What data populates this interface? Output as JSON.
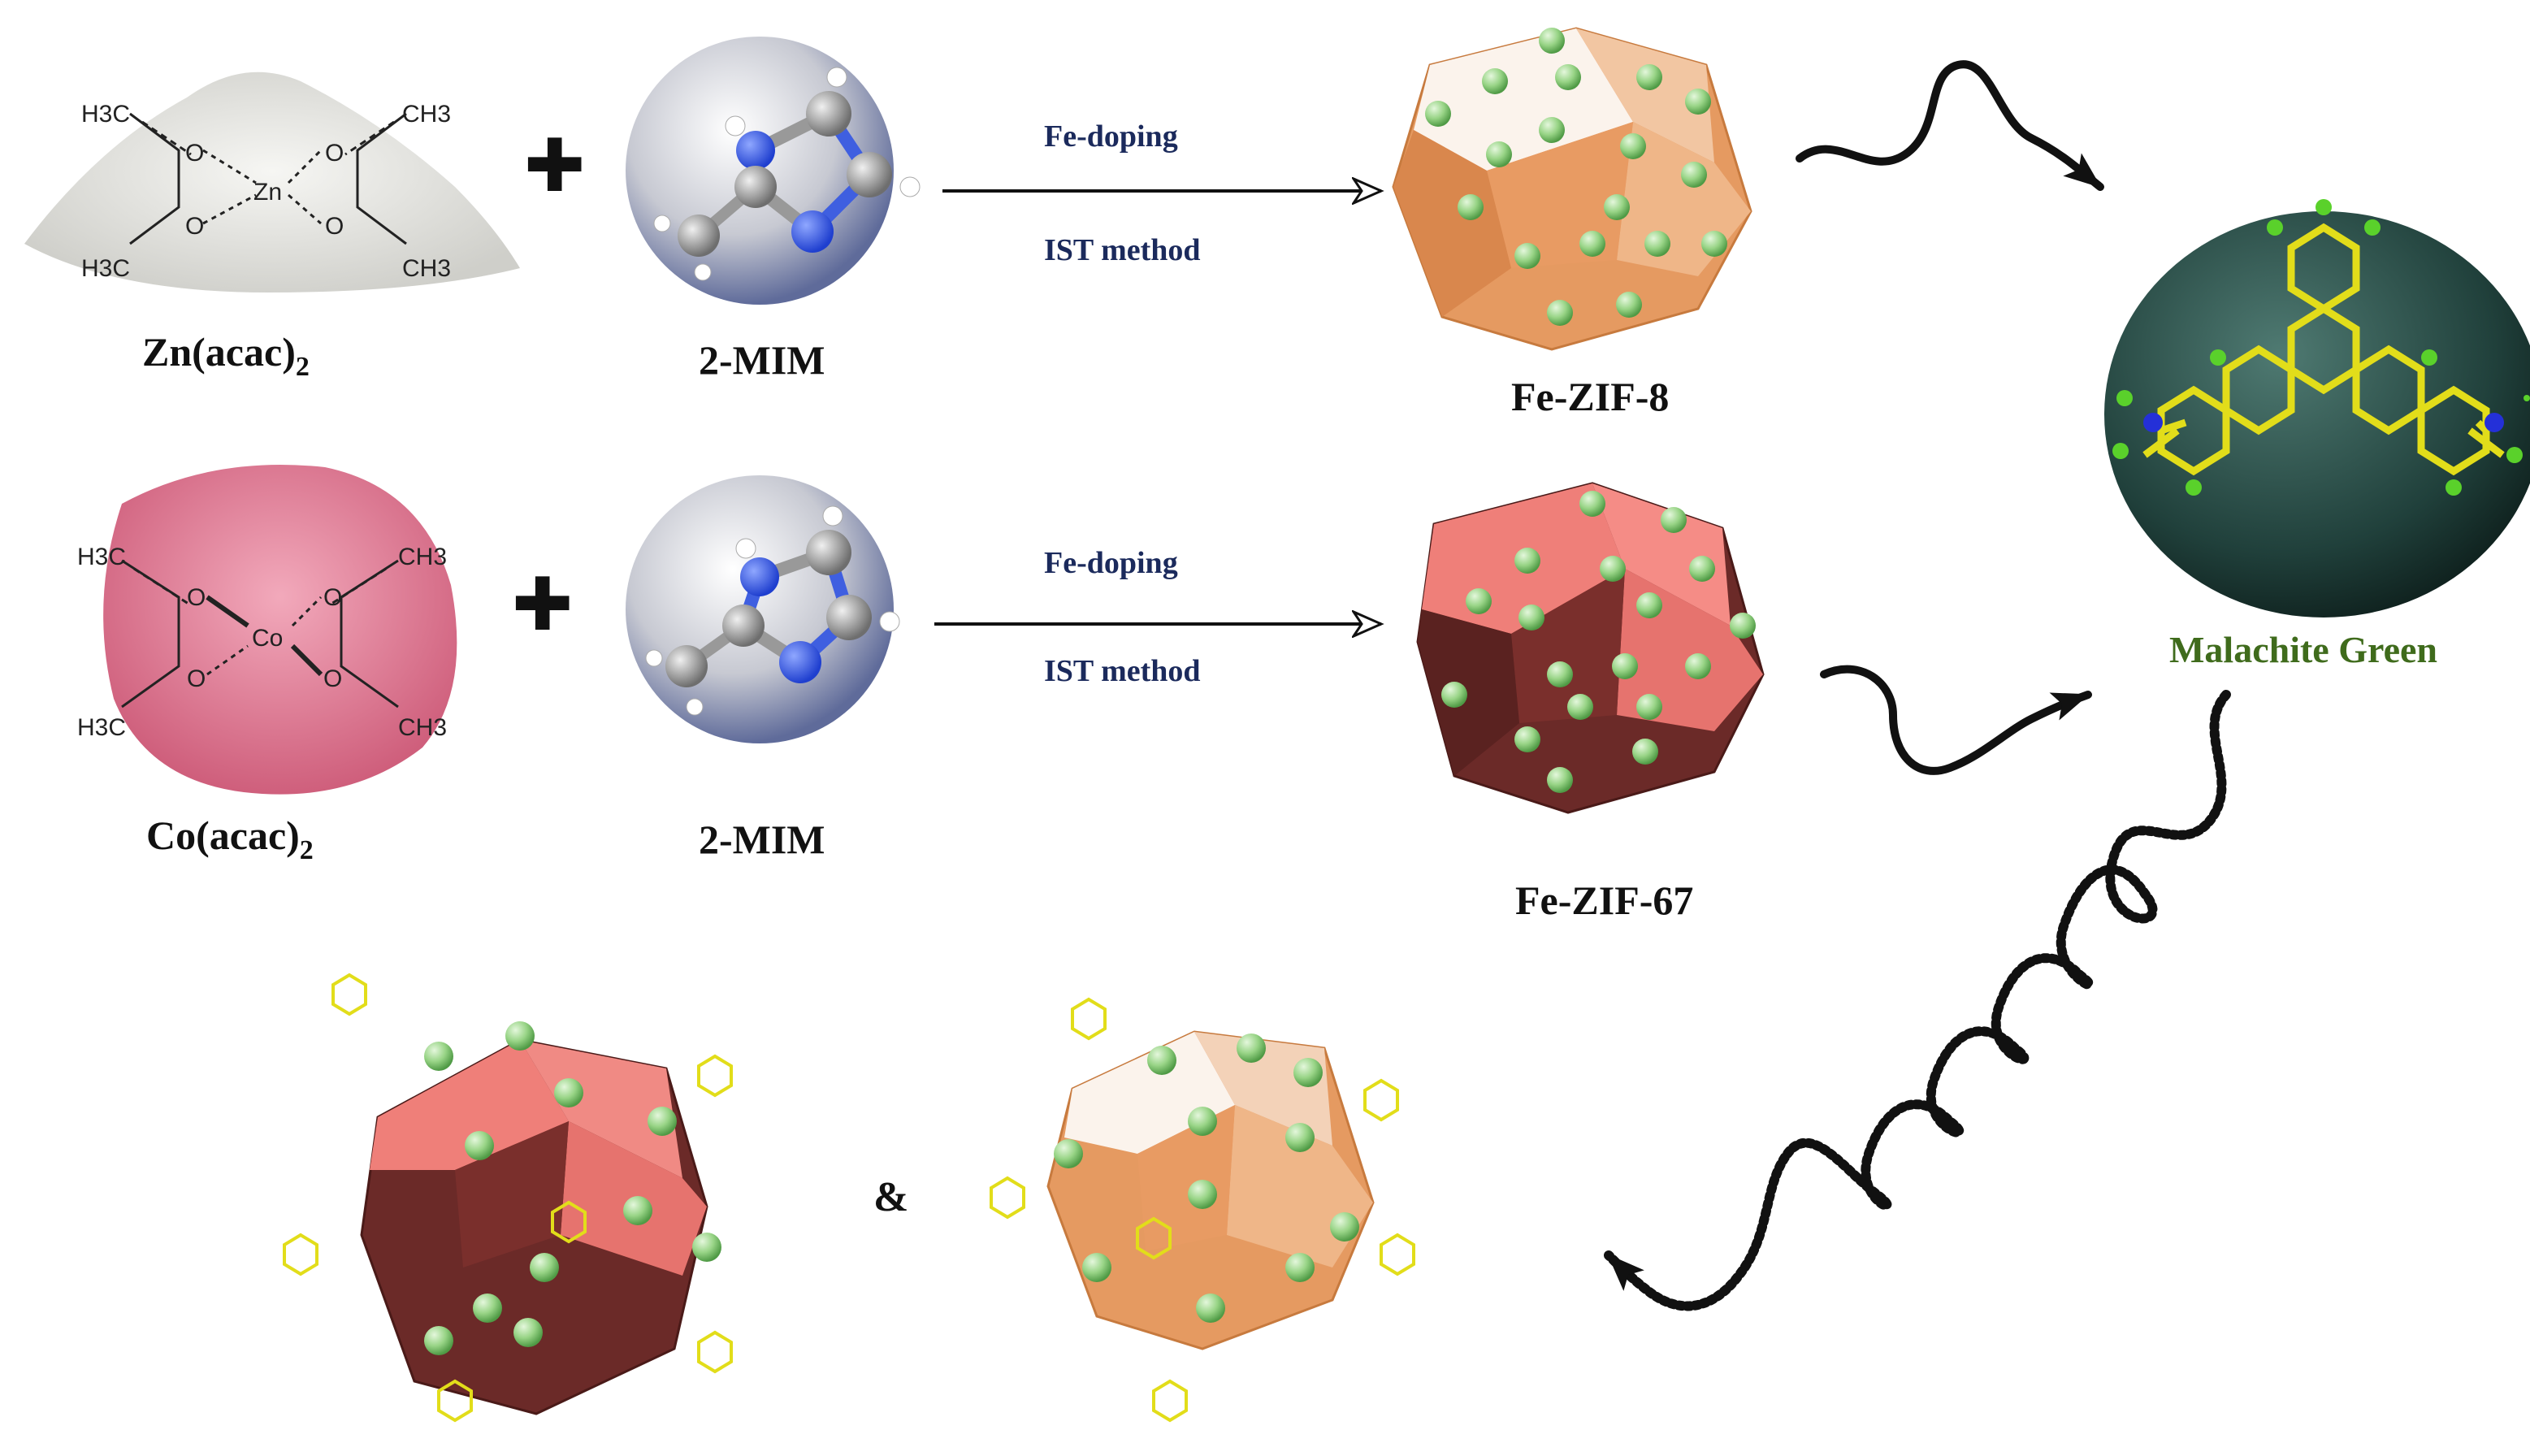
{
  "reactants": {
    "zn_precursor": {
      "label": "Zn(acac)",
      "subscript": "2",
      "metal": "Zn",
      "substituents": [
        "H3C",
        "CH3",
        "H3C",
        "CH3"
      ],
      "oxygen": "O",
      "powder_color": "#d9d9d4"
    },
    "co_precursor": {
      "label": "Co(acac)",
      "subscript": "2",
      "metal": "Co",
      "substituents": [
        "H3C",
        "CH3",
        "H3C",
        "CH3"
      ],
      "oxygen": "O",
      "powder_color": "#d46a86"
    },
    "linker_top": {
      "label": "2-MIM",
      "nitrogen": "N",
      "hydrogen": "H"
    },
    "linker_bottom": {
      "label": "2-MIM",
      "nitrogen": "N",
      "hydrogen": "H"
    },
    "plus_sign": "✚"
  },
  "reactions": [
    {
      "upper": "Fe-doping",
      "lower": "IST method"
    },
    {
      "upper": "Fe-doping",
      "lower": "IST method"
    }
  ],
  "products": {
    "fe_zif8": {
      "label": "Fe-ZIF-8",
      "color": "#e59a61",
      "light_color": "#fbf3ec"
    },
    "fe_zif67": {
      "label": "Fe-ZIF-67",
      "color": "#6b2a28",
      "light_color": "#ef7f79"
    }
  },
  "pollutant": {
    "label": "Malachite Green",
    "label_color": "#3f6b1c",
    "sphere_color": "#1f3a36"
  },
  "result": {
    "connector": "&"
  },
  "colors": {
    "text_dark": "#111111",
    "method_text": "#1b2a5c",
    "dopant_green": "#8fcf7a",
    "molecule_yellow": "#e2dd1a",
    "molecule_green": "#5ad12b",
    "molecule_blue": "#2430d8"
  }
}
